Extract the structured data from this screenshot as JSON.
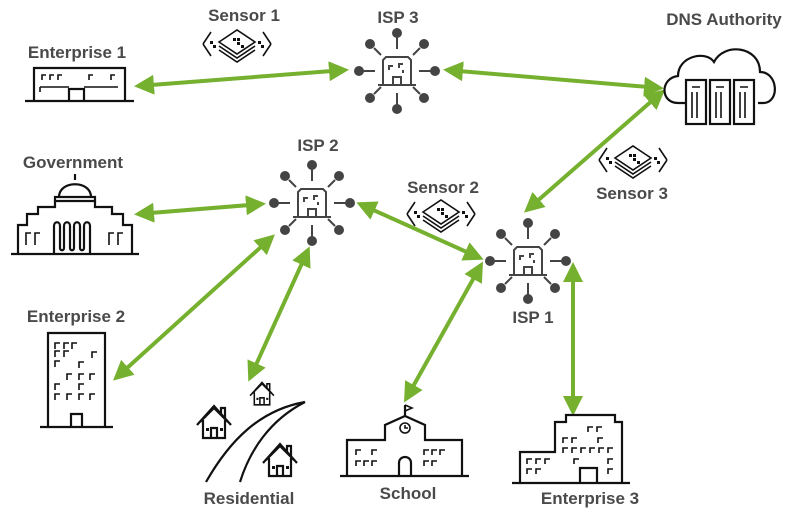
{
  "diagram": {
    "title": "",
    "link_color": "#76b02f",
    "label_color": "#4a4a4a",
    "icon_color": "#111111",
    "isp_color": "#444444",
    "nodes": {
      "enterprise1": {
        "label": "Enterprise 1",
        "type": "office-building"
      },
      "enterprise2": {
        "label": "Enterprise 2",
        "type": "tower-building"
      },
      "enterprise3": {
        "label": "Enterprise 3",
        "type": "stepped-building"
      },
      "government": {
        "label": "Government",
        "type": "capitol-building"
      },
      "residential": {
        "label": "Residential",
        "type": "houses"
      },
      "school": {
        "label": "School",
        "type": "school-building"
      },
      "isp1": {
        "label": "ISP 1",
        "type": "isp-hub"
      },
      "isp2": {
        "label": "ISP 2",
        "type": "isp-hub"
      },
      "isp3": {
        "label": "ISP 3",
        "type": "isp-hub"
      },
      "dns": {
        "label": "DNS Authority",
        "type": "cloud-servers"
      },
      "sensor1": {
        "label": "Sensor 1",
        "type": "sensor"
      },
      "sensor2": {
        "label": "Sensor 2",
        "type": "sensor"
      },
      "sensor3": {
        "label": "Sensor 3",
        "type": "sensor"
      }
    },
    "links": [
      {
        "from": "enterprise1",
        "to": "isp3",
        "direction": "both"
      },
      {
        "from": "isp3",
        "to": "dns",
        "direction": "both"
      },
      {
        "from": "dns",
        "to": "isp1",
        "direction": "both"
      },
      {
        "from": "government",
        "to": "isp2",
        "direction": "both"
      },
      {
        "from": "isp2",
        "to": "isp1",
        "direction": "both"
      },
      {
        "from": "isp2",
        "to": "enterprise2",
        "direction": "both"
      },
      {
        "from": "isp2",
        "to": "residential",
        "direction": "both"
      },
      {
        "from": "isp1",
        "to": "school",
        "direction": "both"
      },
      {
        "from": "isp1",
        "to": "enterprise3",
        "direction": "both"
      }
    ]
  }
}
